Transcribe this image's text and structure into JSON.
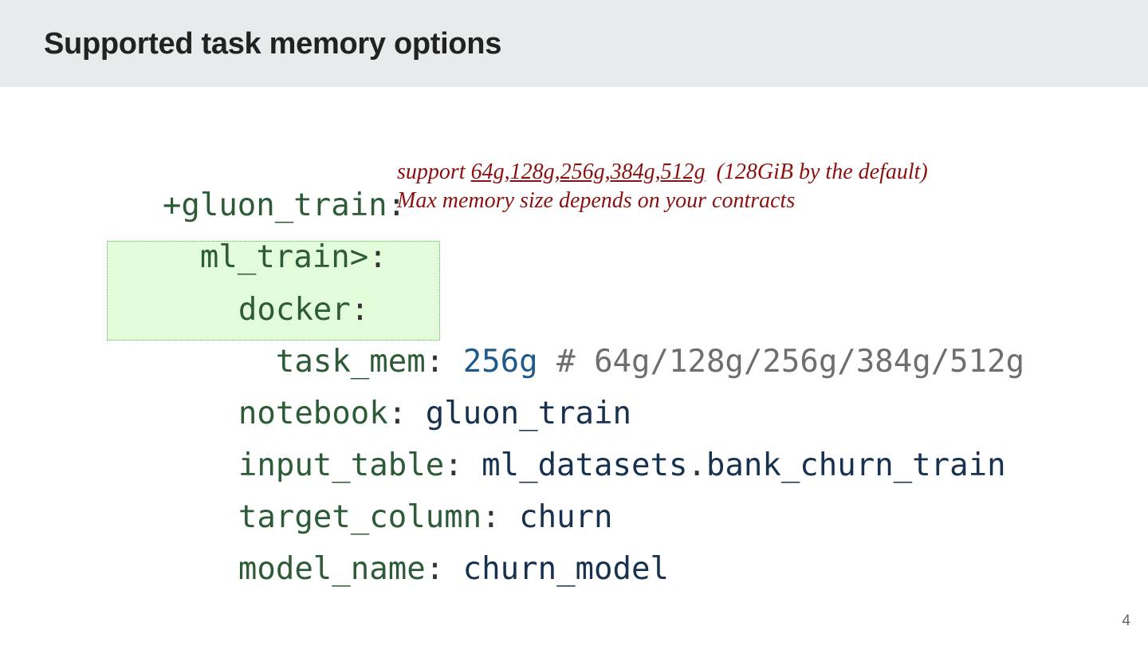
{
  "slide": {
    "title": "Supported task memory options",
    "page_number": "4"
  },
  "code": {
    "line1": {
      "key": "+gluon_train",
      "sep": ":"
    },
    "line2": {
      "key": "ml_train>",
      "sep": ":"
    },
    "line3": {
      "key": "docker",
      "sep": ":"
    },
    "line4": {
      "key": "task_mem",
      "sep": ": ",
      "value": "256g",
      "comment": " # 64g/128g/256g/384g/512g"
    },
    "line5": {
      "key": "notebook",
      "sep": ": ",
      "value": "gluon_train"
    },
    "line6": {
      "key": "input_table",
      "sep": ": ",
      "value_a": "ml_datasets",
      "dot": ".",
      "value_b": "bank_churn_train"
    },
    "line7": {
      "key": "target_column",
      "sep": ": ",
      "value": "churn"
    },
    "line8": {
      "key": "model_name",
      "sep": ": ",
      "value": "churn_model"
    }
  },
  "note": {
    "prefix": "support ",
    "options": "64g,128g,256g,384g,512g",
    "suffix": "  (128GiB by the default)",
    "line2": "Max memory size depends on your contracts"
  },
  "colors": {
    "title_bar": "#e8ebeb",
    "highlight_fill": "#e2fbd9",
    "highlight_border": "#55b455",
    "note_text": "#8b1111"
  }
}
